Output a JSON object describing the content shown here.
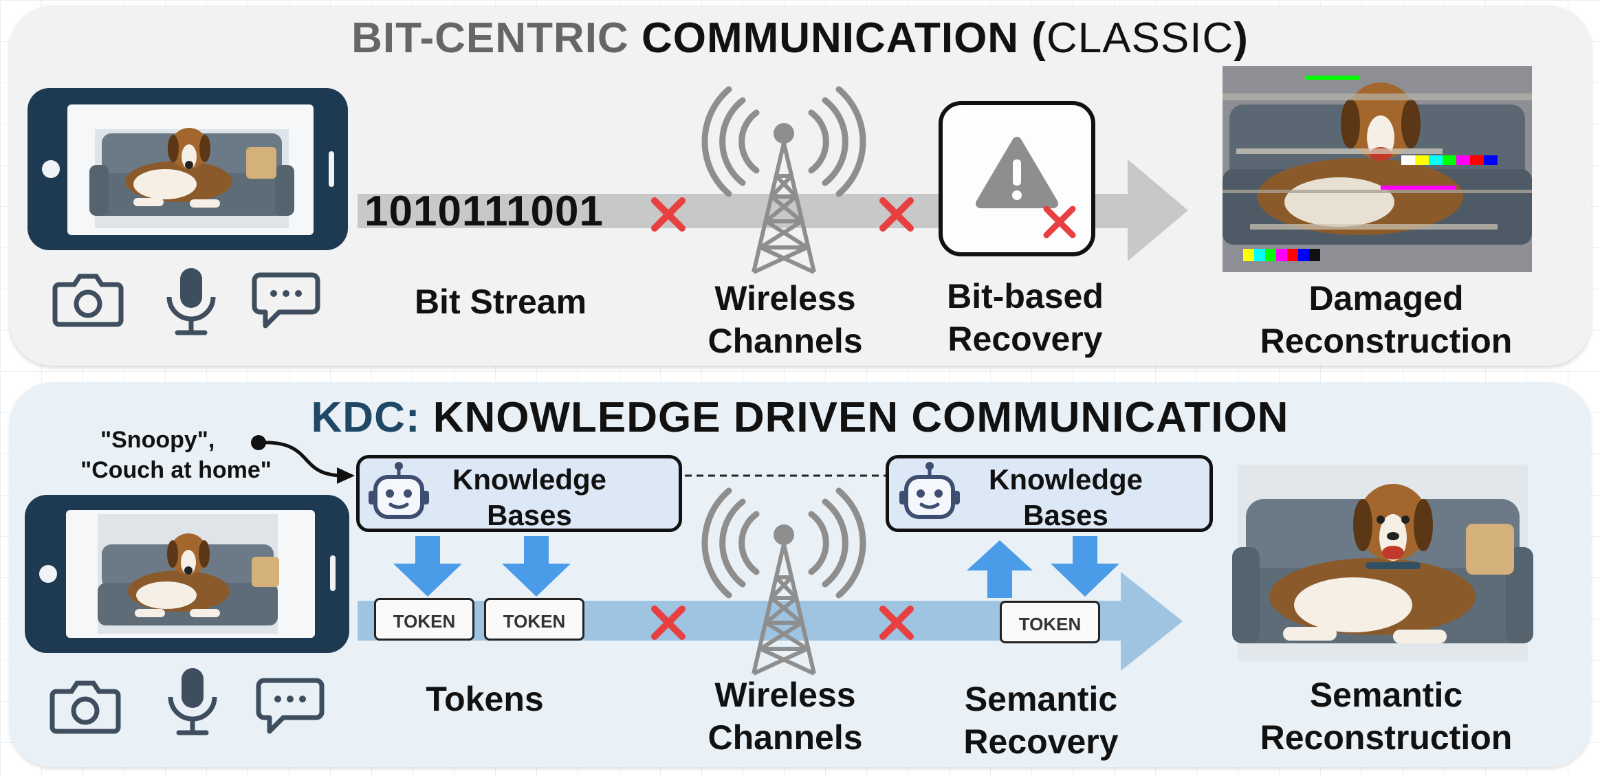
{
  "top": {
    "title": {
      "part1": "BIT-CENTRIC",
      "part2": "COMMUNICATION (",
      "part3": "CLASSIC",
      "part4": ")"
    },
    "bitstream_value": "1010111001",
    "labels": {
      "bit_stream": "Bit Stream",
      "wireless_1": "Wireless",
      "wireless_2": "Channels",
      "recovery_1": "Bit-based",
      "recovery_2": "Recovery",
      "recon_1": "Damaged",
      "recon_2": "Reconstruction"
    }
  },
  "bottom": {
    "title": {
      "part1": "KDC:",
      "part2": "KNOWLEDGE DRIVEN COMMUNICATION"
    },
    "hint_1": "\"Snoopy\",",
    "hint_2": "\"Couch at home\"",
    "kb_left_1": "Knowledge",
    "kb_left_2": "Bases",
    "kb_right_1": "Knowledge",
    "kb_right_2": "Bases",
    "token_1": "TOKEN",
    "token_2": "TOKEN",
    "token_3": "TOKEN",
    "labels": {
      "tokens": "Tokens",
      "wireless_1": "Wireless",
      "wireless_2": "Channels",
      "recovery_1": "Semantic",
      "recovery_2": "Recovery",
      "recon_1": "Semantic",
      "recon_2": "Reconstruction"
    }
  },
  "colors": {
    "phone": "#1e3a52",
    "grey_arrow": "#c8c8c8",
    "blue_arrow": "#9fc4e2",
    "down_arrow": "#4a9be8",
    "cross": "#e84040",
    "icon": "#3e4e5e"
  }
}
